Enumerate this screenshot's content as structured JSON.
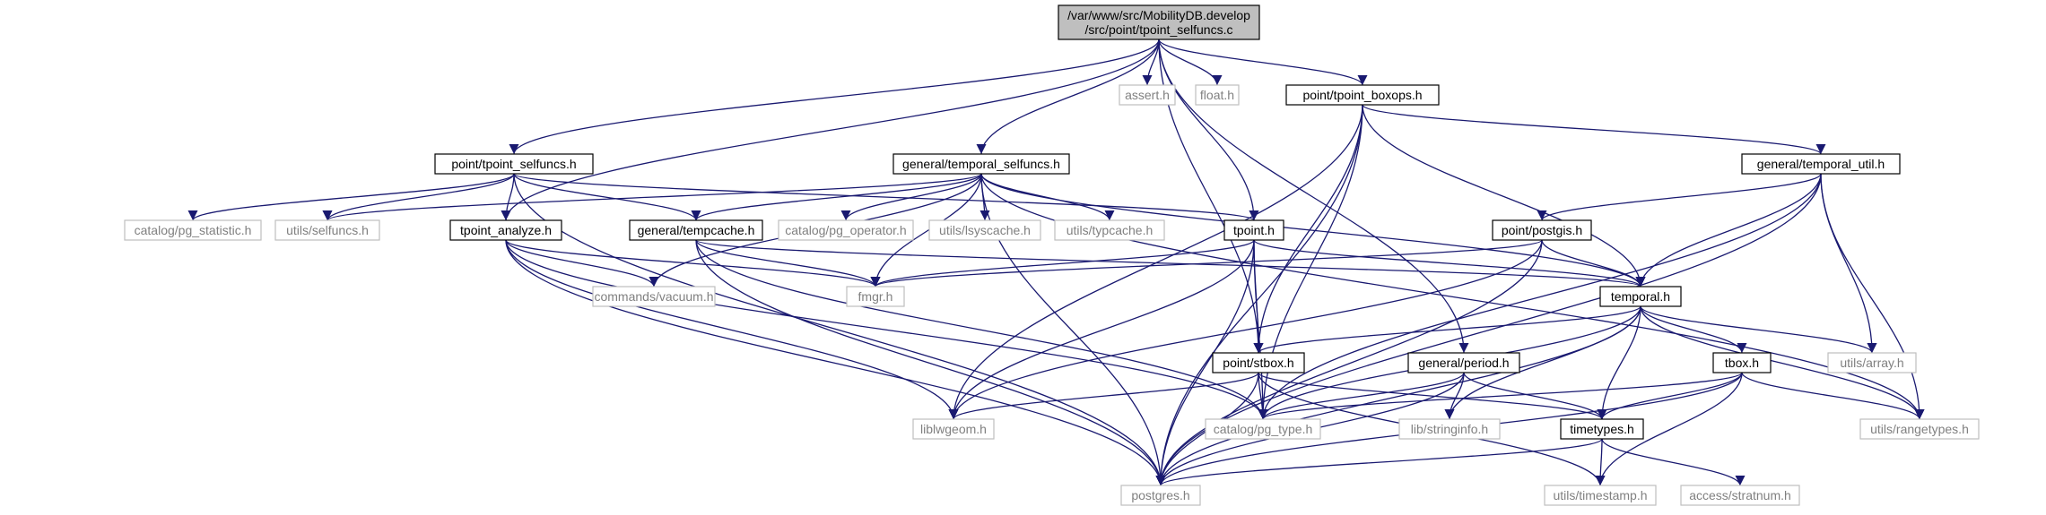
{
  "colors": {
    "edge": "#191970",
    "root_fill": "#bfbfbf",
    "root_border": "#000000",
    "documented_border": "#000000",
    "external_border": "#bfbfbf",
    "documented_text": "#000000",
    "external_text": "#808080",
    "node_fill": "#ffffff"
  },
  "nodes": [
    {
      "id": "root",
      "lines": [
        "/var/www/src/MobilityDB.develop",
        "/src/point/tpoint_selfuncs.c"
      ],
      "kind": "root"
    },
    {
      "id": "assert",
      "lines": [
        "assert.h"
      ],
      "kind": "external"
    },
    {
      "id": "float",
      "lines": [
        "float.h"
      ],
      "kind": "external"
    },
    {
      "id": "tpoint_boxops",
      "lines": [
        "point/tpoint_boxops.h"
      ],
      "kind": "documented"
    },
    {
      "id": "tpoint_selfuncs_h",
      "lines": [
        "point/tpoint_selfuncs.h"
      ],
      "kind": "documented"
    },
    {
      "id": "temporal_selfuncs",
      "lines": [
        "general/temporal_selfuncs.h"
      ],
      "kind": "documented"
    },
    {
      "id": "temporal_util",
      "lines": [
        "general/temporal_util.h"
      ],
      "kind": "documented"
    },
    {
      "id": "pg_statistic",
      "lines": [
        "catalog/pg_statistic.h"
      ],
      "kind": "external"
    },
    {
      "id": "selfuncs",
      "lines": [
        "utils/selfuncs.h"
      ],
      "kind": "external"
    },
    {
      "id": "tpoint_analyze",
      "lines": [
        "tpoint_analyze.h"
      ],
      "kind": "documented"
    },
    {
      "id": "tempcache",
      "lines": [
        "general/tempcache.h"
      ],
      "kind": "documented"
    },
    {
      "id": "pg_operator",
      "lines": [
        "catalog/pg_operator.h"
      ],
      "kind": "external"
    },
    {
      "id": "lsyscache",
      "lines": [
        "utils/lsyscache.h"
      ],
      "kind": "external"
    },
    {
      "id": "typcache",
      "lines": [
        "utils/typcache.h"
      ],
      "kind": "external"
    },
    {
      "id": "tpoint",
      "lines": [
        "tpoint.h"
      ],
      "kind": "documented"
    },
    {
      "id": "postgis",
      "lines": [
        "point/postgis.h"
      ],
      "kind": "documented"
    },
    {
      "id": "vacuum",
      "lines": [
        "commands/vacuum.h"
      ],
      "kind": "external"
    },
    {
      "id": "fmgr",
      "lines": [
        "fmgr.h"
      ],
      "kind": "external"
    },
    {
      "id": "temporal",
      "lines": [
        "temporal.h"
      ],
      "kind": "documented"
    },
    {
      "id": "array",
      "lines": [
        "utils/array.h"
      ],
      "kind": "external"
    },
    {
      "id": "stbox",
      "lines": [
        "point/stbox.h"
      ],
      "kind": "documented"
    },
    {
      "id": "period",
      "lines": [
        "general/period.h"
      ],
      "kind": "documented"
    },
    {
      "id": "tbox",
      "lines": [
        "tbox.h"
      ],
      "kind": "documented"
    },
    {
      "id": "liblwgeom",
      "lines": [
        "liblwgeom.h"
      ],
      "kind": "external"
    },
    {
      "id": "pg_type",
      "lines": [
        "catalog/pg_type.h"
      ],
      "kind": "external"
    },
    {
      "id": "stringinfo",
      "lines": [
        "lib/stringinfo.h"
      ],
      "kind": "external"
    },
    {
      "id": "timetypes",
      "lines": [
        "timetypes.h"
      ],
      "kind": "documented"
    },
    {
      "id": "rangetypes",
      "lines": [
        "utils/rangetypes.h"
      ],
      "kind": "external"
    },
    {
      "id": "postgres",
      "lines": [
        "postgres.h"
      ],
      "kind": "external"
    },
    {
      "id": "timestamp",
      "lines": [
        "utils/timestamp.h"
      ],
      "kind": "external"
    },
    {
      "id": "stratnum",
      "lines": [
        "access/stratnum.h"
      ],
      "kind": "external"
    }
  ],
  "edges": [
    [
      "root",
      "assert"
    ],
    [
      "root",
      "float"
    ],
    [
      "root",
      "tpoint_boxops"
    ],
    [
      "root",
      "tpoint_selfuncs_h"
    ],
    [
      "root",
      "temporal_selfuncs"
    ],
    [
      "root",
      "tpoint_analyze"
    ],
    [
      "root",
      "tpoint"
    ],
    [
      "root",
      "stbox"
    ],
    [
      "root",
      "period"
    ],
    [
      "tpoint_boxops",
      "temporal_util"
    ],
    [
      "tpoint_boxops",
      "temporal"
    ],
    [
      "tpoint_boxops",
      "stbox"
    ],
    [
      "tpoint_boxops",
      "pg_type"
    ],
    [
      "tpoint_boxops",
      "liblwgeom"
    ],
    [
      "tpoint_boxops",
      "postgres"
    ],
    [
      "tpoint_selfuncs_h",
      "pg_statistic"
    ],
    [
      "tpoint_selfuncs_h",
      "selfuncs"
    ],
    [
      "tpoint_selfuncs_h",
      "tpoint_analyze"
    ],
    [
      "tpoint_selfuncs_h",
      "tempcache"
    ],
    [
      "tpoint_selfuncs_h",
      "tpoint"
    ],
    [
      "tpoint_selfuncs_h",
      "postgres"
    ],
    [
      "temporal_selfuncs",
      "selfuncs"
    ],
    [
      "temporal_selfuncs",
      "tempcache"
    ],
    [
      "temporal_selfuncs",
      "pg_operator"
    ],
    [
      "temporal_selfuncs",
      "lsyscache"
    ],
    [
      "temporal_selfuncs",
      "typcache"
    ],
    [
      "temporal_selfuncs",
      "vacuum"
    ],
    [
      "temporal_selfuncs",
      "fmgr"
    ],
    [
      "temporal_selfuncs",
      "temporal"
    ],
    [
      "temporal_selfuncs",
      "rangetypes"
    ],
    [
      "temporal_selfuncs",
      "postgres"
    ],
    [
      "temporal_util",
      "postgis"
    ],
    [
      "temporal_util",
      "temporal"
    ],
    [
      "temporal_util",
      "array"
    ],
    [
      "temporal_util",
      "rangetypes"
    ],
    [
      "temporal_util",
      "pg_type"
    ],
    [
      "temporal_util",
      "postgres"
    ],
    [
      "tpoint_analyze",
      "vacuum"
    ],
    [
      "tpoint_analyze",
      "fmgr"
    ],
    [
      "tpoint_analyze",
      "liblwgeom"
    ],
    [
      "tpoint_analyze",
      "pg_type"
    ],
    [
      "tpoint_analyze",
      "postgres"
    ],
    [
      "tempcache",
      "fmgr"
    ],
    [
      "tempcache",
      "temporal"
    ],
    [
      "tempcache",
      "pg_type"
    ],
    [
      "tempcache",
      "postgres"
    ],
    [
      "tpoint",
      "fmgr"
    ],
    [
      "tpoint",
      "temporal"
    ],
    [
      "tpoint",
      "stbox"
    ],
    [
      "tpoint",
      "liblwgeom"
    ],
    [
      "tpoint",
      "pg_type"
    ],
    [
      "tpoint",
      "postgres"
    ],
    [
      "postgis",
      "fmgr"
    ],
    [
      "postgis",
      "temporal"
    ],
    [
      "postgis",
      "liblwgeom"
    ],
    [
      "postgis",
      "postgres"
    ],
    [
      "temporal",
      "stbox"
    ],
    [
      "temporal",
      "tbox"
    ],
    [
      "temporal",
      "array"
    ],
    [
      "temporal",
      "rangetypes"
    ],
    [
      "temporal",
      "pg_type"
    ],
    [
      "temporal",
      "stringinfo"
    ],
    [
      "temporal",
      "timetypes"
    ],
    [
      "temporal",
      "postgres"
    ],
    [
      "stbox",
      "liblwgeom"
    ],
    [
      "stbox",
      "pg_type"
    ],
    [
      "stbox",
      "timetypes"
    ],
    [
      "stbox",
      "postgres"
    ],
    [
      "stbox",
      "timestamp"
    ],
    [
      "period",
      "pg_type"
    ],
    [
      "period",
      "stringinfo"
    ],
    [
      "period",
      "timetypes"
    ],
    [
      "period",
      "postgres"
    ],
    [
      "tbox",
      "pg_type"
    ],
    [
      "tbox",
      "timetypes"
    ],
    [
      "tbox",
      "rangetypes"
    ],
    [
      "tbox",
      "postgres"
    ],
    [
      "tbox",
      "timestamp"
    ],
    [
      "timetypes",
      "postgres"
    ],
    [
      "timetypes",
      "timestamp"
    ],
    [
      "timetypes",
      "stratnum"
    ]
  ]
}
